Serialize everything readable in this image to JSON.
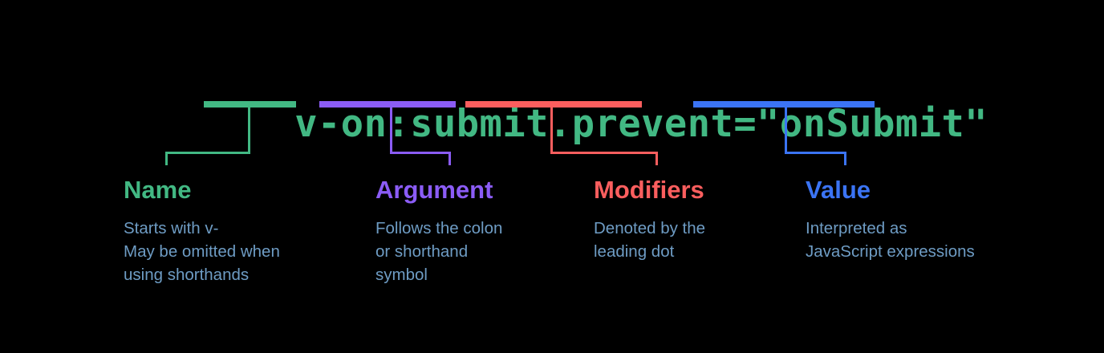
{
  "background": "#000000",
  "code": {
    "name": "v-on",
    "argument": ":submit",
    "modifiers": ".prevent",
    "equals": "=",
    "value": "\"onSubmit\"",
    "full": "v-on:submit.prevent=\"onSubmit\""
  },
  "colors": {
    "name": "#42b883",
    "argument": "#8b5cf6",
    "modifiers": "#fb5e5e",
    "value": "#3b74f5",
    "description": "#6e9cc4",
    "code_text": "#42b883"
  },
  "parts": [
    {
      "id": "name",
      "title": "Name",
      "description": "Starts with v-\nMay be omitted when\nusing shorthands",
      "color": "#42b883"
    },
    {
      "id": "argument",
      "title": "Argument",
      "description": "Follows the colon\nor shorthand\nsymbol",
      "color": "#8b5cf6"
    },
    {
      "id": "modifiers",
      "title": "Modifiers",
      "description": "Denoted by the\nleading dot",
      "color": "#fb5e5e"
    },
    {
      "id": "value",
      "title": "Value",
      "description": "Interpreted as\nJavaScript expressions",
      "color": "#3b74f5"
    }
  ]
}
